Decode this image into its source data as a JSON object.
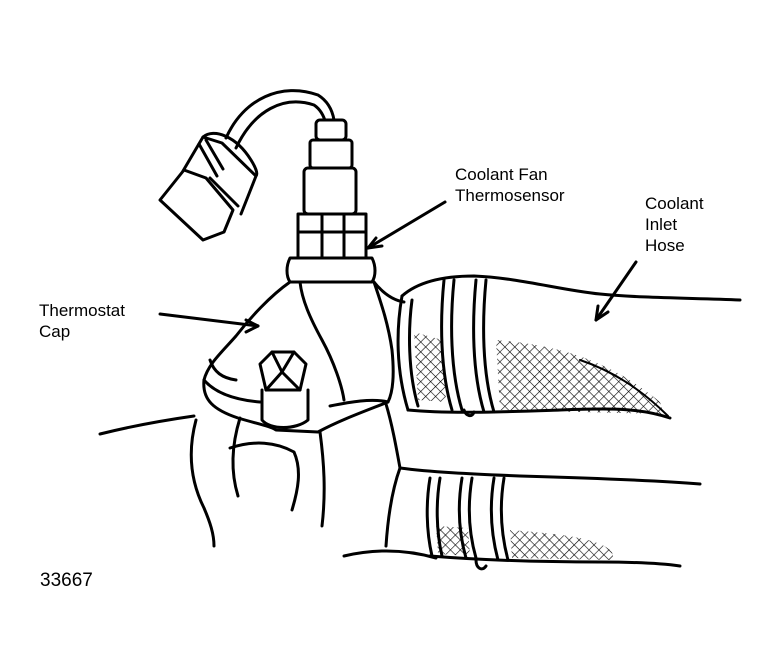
{
  "labels": {
    "coolant_fan_thermosensor": [
      "Coolant Fan",
      "Thermosensor"
    ],
    "coolant_inlet_hose": [
      "Coolant",
      "Inlet",
      "Hose"
    ],
    "thermostat_cap": [
      "Thermostat",
      "Cap"
    ]
  },
  "figure_number": "33667",
  "colors": {
    "ink": "#000000",
    "paper": "#ffffff"
  }
}
